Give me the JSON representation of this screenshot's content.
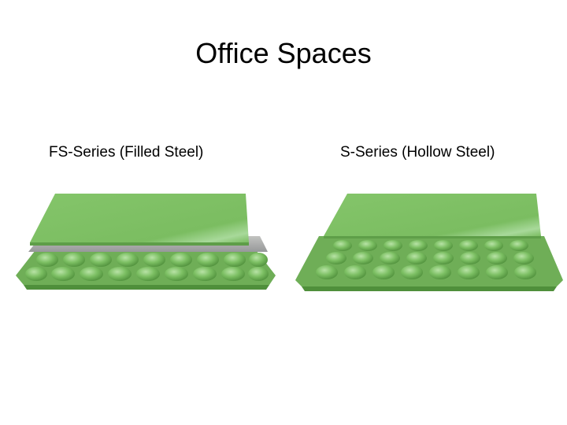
{
  "slide": {
    "title": "Office Spaces"
  },
  "panels": [
    {
      "caption": "FS-Series (Filled Steel)",
      "variant": "filled"
    },
    {
      "caption": "S-Series (Hollow Steel)",
      "variant": "hollow"
    }
  ],
  "colors": {
    "panel_green": "#7cbf63",
    "panel_green_dark": "#5e9e48",
    "panel_green_light": "#92cf79",
    "cement_gray": "#a9aaa8",
    "background": "#ffffff"
  }
}
